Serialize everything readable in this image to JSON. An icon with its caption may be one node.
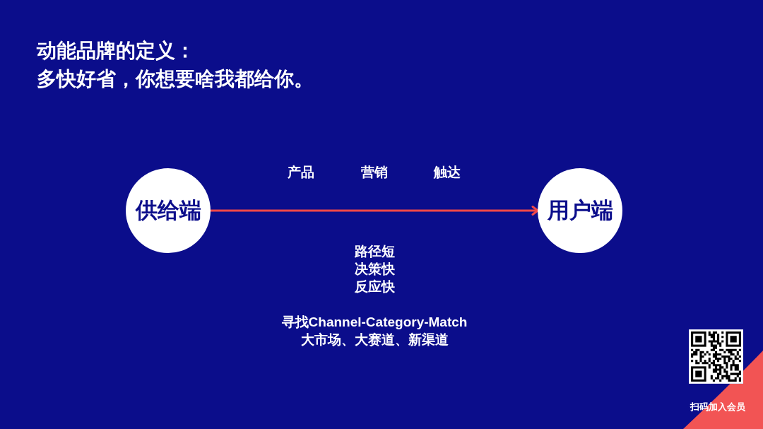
{
  "diagram": {
    "title": "动能品牌的定义：",
    "nodes": [
      {
        "text": [
          "供给端"
        ]
      },
      {
        "text": [
          "用户端"
        ]
      }
    ],
    "edges": [
      {
        "from": 0,
        "to": 1,
        "arrow": "to"
      }
    ],
    "labels": [
      "多快好省，你想要啥我都给你。",
      "产品",
      "营销",
      "触达",
      "路径短",
      "决策快",
      "反应快",
      "寻找Channel-Category-Match",
      "大市场、大赛道、新渠道",
      "扫码加入会员"
    ]
  }
}
